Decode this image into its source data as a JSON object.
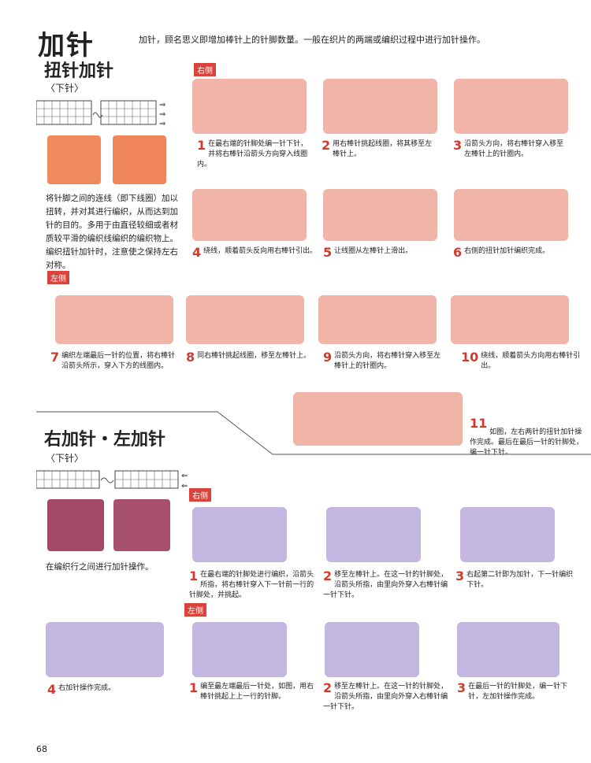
{
  "title": "加针",
  "intro": "加针，顾名思义即增加棒针上的针脚数量。一般在织片的两端或编织过程中进行加针操作。",
  "section1": {
    "title": "扭针加针",
    "subtitle": "〈下针〉",
    "description": "将针脚之间的连线（即下线圈）加以扭转，并对其进行编织，从而达到加针的目的。多用于由直径较细或者材质较平滑的编织线编织的编织物上。编织扭针加针时，注意使之保持左右对称。",
    "tag_right": "右侧",
    "tag_left": "左侧",
    "steps": [
      {
        "n": "1",
        "text": "在最右端的针脚处编一针下针，并将右棒针沿箭头方向穿入线圈内。"
      },
      {
        "n": "2",
        "text": "用右棒针挑起线圈，将其移至左棒针上。"
      },
      {
        "n": "3",
        "text": "沿箭头方向，将右棒针穿入移至左棒针上的针圈内。"
      },
      {
        "n": "4",
        "text": "绕线，顺着箭头反向用右棒针引出。"
      },
      {
        "n": "5",
        "text": "让线圈从左棒针上滑出。"
      },
      {
        "n": "6",
        "text": "右侧的扭针加针编织完成。"
      },
      {
        "n": "7",
        "text": "编织左端最后一针的位置，将右棒针沿箭头所示，穿入下方的线圈内。"
      },
      {
        "n": "8",
        "text": "同右棒针挑起线圈，移至左棒针上。"
      },
      {
        "n": "9",
        "text": "沿箭头方向，将右棒针穿入移至左棒针上的针圈内。"
      },
      {
        "n": "10",
        "text": "绕线，顺着箭头方向用右棒针引出。"
      },
      {
        "n": "11",
        "text": "如图，左右两针的扭针加针操作完成。最后在最后一针的针脚处，编一针下针。"
      }
    ]
  },
  "section2": {
    "title": "右加针・左加针",
    "subtitle": "〈下针〉",
    "description": "在编织行之间进行加针操作。",
    "tag_right": "右侧",
    "tag_left": "左侧",
    "steps_right": [
      {
        "n": "1",
        "text": "在最右端的针脚处进行编织，沿箭头所指，将右棒针穿入下一针前一行的针脚处，并挑起。"
      },
      {
        "n": "2",
        "text": "移至左棒针上。在这一针的针脚处，沿箭头所指，由里向外穿入右棒针编一针下针。"
      },
      {
        "n": "3",
        "text": "右起第二针即为加针，下一针编织下针。"
      },
      {
        "n": "4",
        "text": "右加针操作完成。"
      }
    ],
    "steps_left": [
      {
        "n": "1",
        "text": "编至最左端最后一针处，如图，用右棒针挑起上上一行的针脚。"
      },
      {
        "n": "2",
        "text": "移至左棒针上。在这一针的针脚处，沿箭头所指，由里向外穿入右棒针编一针下针。"
      },
      {
        "n": "3",
        "text": "在最后一针的针脚处，编一针下针，左加针操作完成。"
      }
    ]
  },
  "page_number": "68",
  "colors": {
    "accent_red": "#d33a2c",
    "yarn_pink": "#f0b4a8",
    "yarn_purple": "#c3b6e0",
    "needle": "#e9d28c",
    "swatch_orange": "#f08a5d",
    "swatch_plum": "#a24a6a"
  }
}
